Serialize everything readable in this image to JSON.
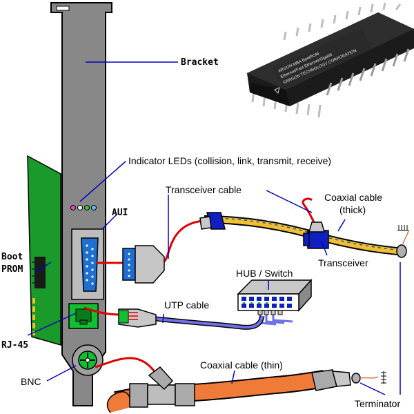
{
  "labels": {
    "bracket": "Bracket",
    "indicator_leds": "Indicator LEDs (collision, link, transmit, receive)",
    "aui": "AUI",
    "boot_prom_line1": "Boot",
    "boot_prom_line2": "PROM",
    "transceiver_cable": "Transceiver cable",
    "coaxial_thick_line1": "Coaxial cable",
    "coaxial_thick_line2": "(thick)",
    "transceiver": "Transceiver",
    "hub_switch": "HUB / Switch",
    "utp_cable": "UTP cable",
    "rj45": "RJ-45",
    "bnc": "BNC",
    "coaxial_thin": "Coaxial cable (thin)",
    "terminator": "Terminator"
  },
  "chip": {
    "line1": "ARGON MBA BootROM",
    "line2": "Ethernet/Fast Ethernet/Gigabit",
    "line3": "©ARGON TECHNOLOGY CORPORATION"
  },
  "colors": {
    "bracket": "#888888",
    "pcb": "#1a9a2a",
    "aui_connector": "#1f6fd0",
    "transceiver": "#1020c0",
    "thick_coax": "#f0c030",
    "thin_coax": "#f07a38",
    "utp_cable": "#7070e8",
    "rj45_jack": "#10c030",
    "callout_line": "#0000c0",
    "red_cable": "#e00000"
  }
}
